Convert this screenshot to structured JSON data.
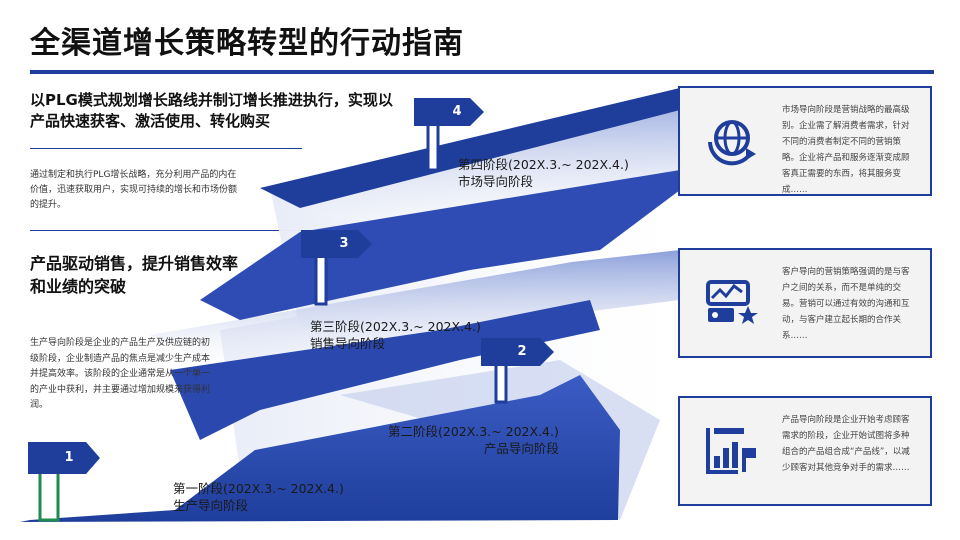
{
  "title": "全渠道增长策略转型的行动指南",
  "left": {
    "subtitle1": "以PLG模式规划增长路线并制订增长推进执行，实现以产品快速获客、激活使用、转化购买",
    "para1": "通过制定和执行PLG增长战略，充分利用产品的内在价值，迅速获取用户，实现可持续的增长和市场份额的提升。",
    "subtitle2": "产品驱动销售，提升销售效率和业绩的突破",
    "para2": "生产导向阶段是企业的产品生产及供应链的初级阶段，企业制造产品的焦点是减少生产成本并提高效率。该阶段的企业通常是从一个单一的产业中获利，并主要通过增加规模来获得利润。"
  },
  "stages": [
    {
      "num": "1",
      "period": "第一阶段(202X.3.~ 202X.4.)",
      "name": "生产导向阶段"
    },
    {
      "num": "2",
      "period": "第二阶段(202X.3.~ 202X.4.)",
      "name": "产品导向阶段"
    },
    {
      "num": "3",
      "period": "第三阶段(202X.3.~ 202X.4.)",
      "name": "销售导向阶段"
    },
    {
      "num": "4",
      "period": "第四阶段(202X.3.~ 202X.4.)",
      "name": "市场导向阶段"
    }
  ],
  "cards": [
    {
      "icon": "globe-refresh-icon",
      "text": "市场导向阶段是营销战略的最高级别。企业需了解消费者需求，针对不同的消费者制定不同的营销策略。企业将产品和服务逐渐变成顾客真正需要的东西，将其服务变成……"
    },
    {
      "icon": "dashboard-star-icon",
      "text": "客户导向的营销策略强调的是与客户之间的关系，而不是单纯的交易。营销可以通过有效的沟通和互动，与客户建立起长期的合作关系……"
    },
    {
      "icon": "bar-chart-product-icon",
      "text": "产品导向阶段是企业开始考虑顾客需求的阶段，企业开始试图将多种组合的产品组合成“产品线”，以减少顾客对其他竞争对手的需求……"
    }
  ],
  "colors": {
    "accent": "#1F3E9C",
    "road_dark": "#1F3E9C",
    "road_light": "#DCE3F3",
    "card_bg": "#F3F3F3"
  }
}
